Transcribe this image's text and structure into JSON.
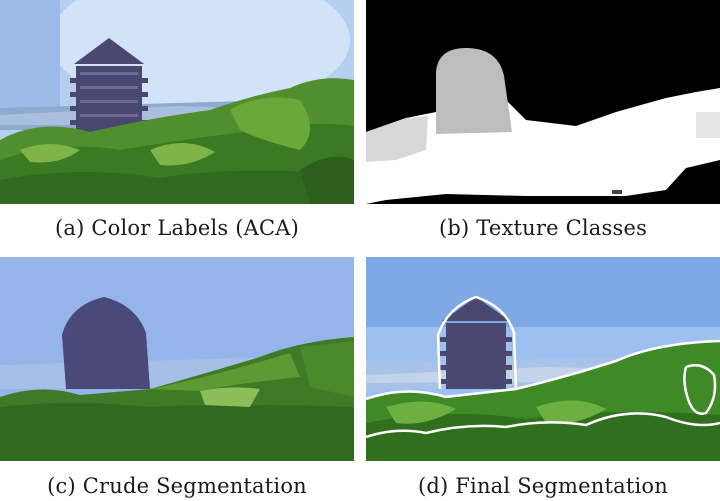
{
  "figure": {
    "panels": [
      {
        "id": "a",
        "caption": "(a) Color Labels (ACA)"
      },
      {
        "id": "b",
        "caption": "(b) Texture Classes"
      },
      {
        "id": "c",
        "caption": "(c) Crude Segmentation"
      },
      {
        "id": "d",
        "caption": "(d) Final Segmentation"
      }
    ]
  },
  "colors": {
    "sky": "#8fb3e8",
    "sky_light": "#b9d1f2",
    "pagoda": "#4a4a78",
    "tree_dark": "#2f6a1e",
    "tree_mid": "#4f8f2e",
    "tree_light": "#7fb548",
    "texture_black": "#000000",
    "texture_gray": "#bdbdbd",
    "texture_white": "#ffffff",
    "boundary": "#ffffff"
  }
}
